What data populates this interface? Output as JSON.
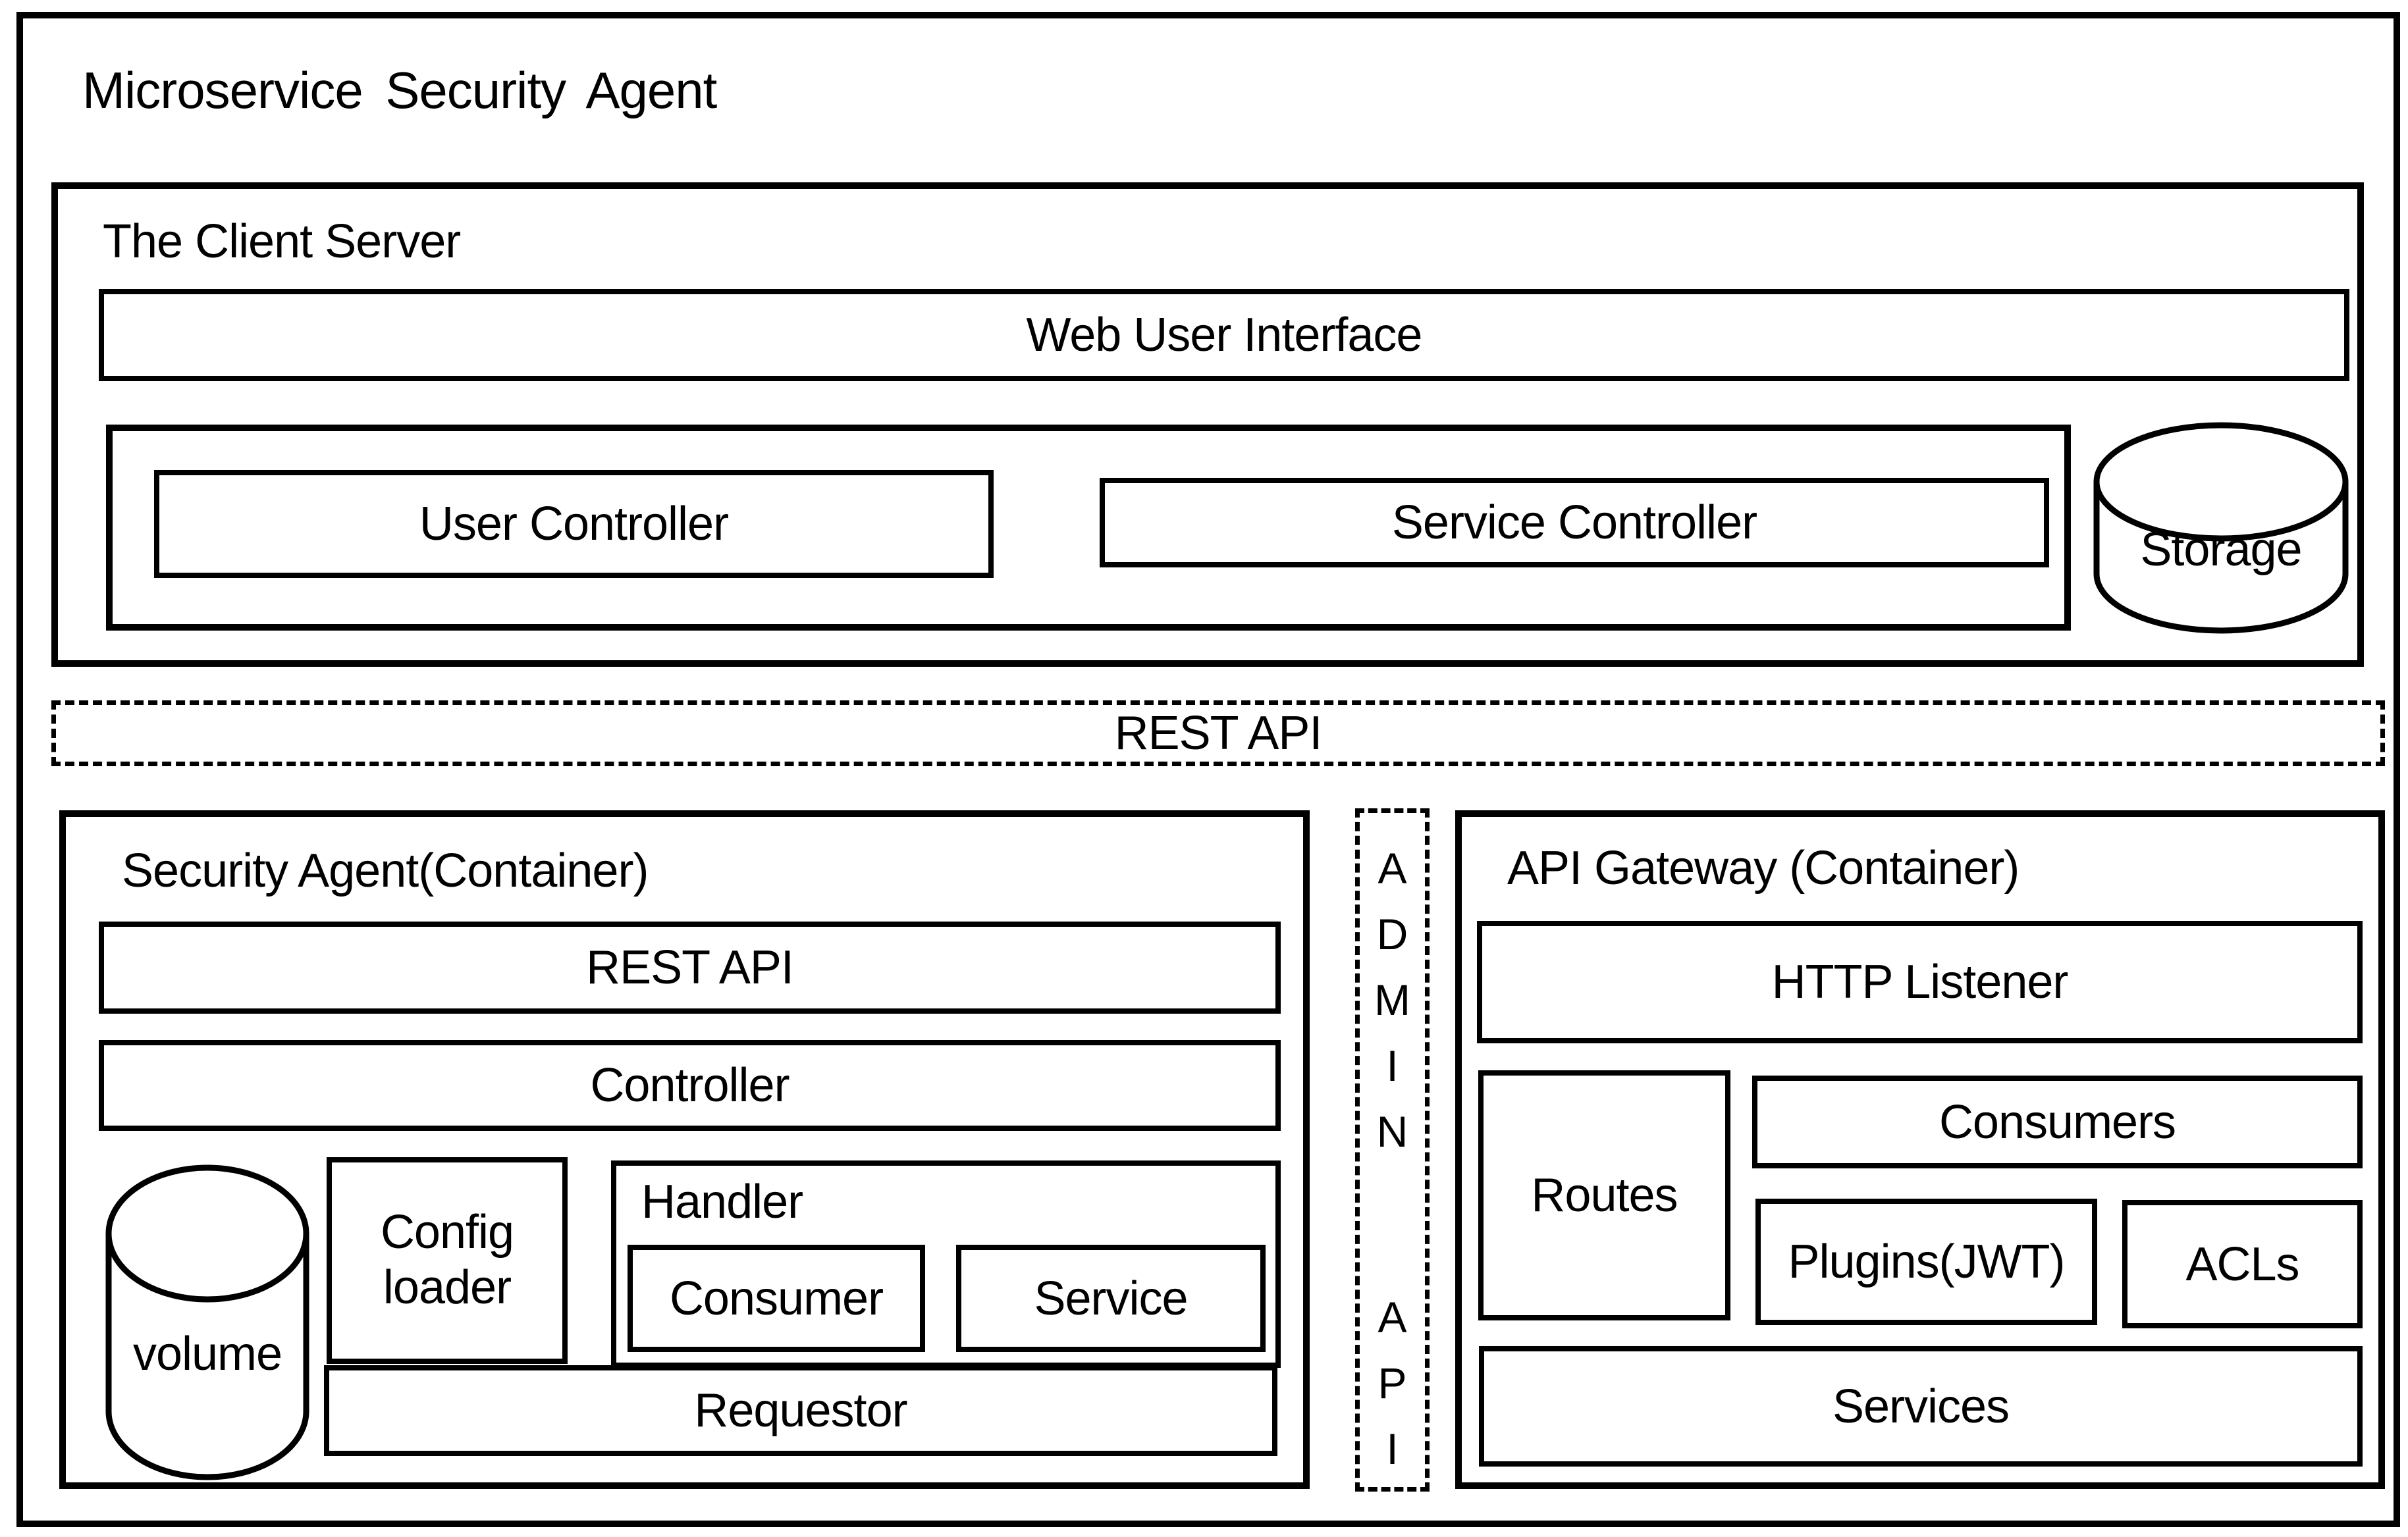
{
  "diagram": {
    "title": "Microservice Security Agent",
    "client_server": {
      "label": "The Client Server",
      "web_user_interface": "Web User Interface",
      "user_controller": "User Controller",
      "service_controller": "Service Controller",
      "storage": "Storage"
    },
    "rest_api_band": {
      "label": "REST API"
    },
    "security_agent": {
      "label": "Security Agent(Container)",
      "rest_api": "REST API",
      "controller": "Controller",
      "volume": "volume",
      "config_loader": "Config loader",
      "handler": "Handler",
      "consumer": "Consumer",
      "service": "Service",
      "requestor": "Requestor"
    },
    "admin_api": {
      "top": "A\nD\nM\nI\nN",
      "bottom": "A\nP\nI"
    },
    "api_gateway": {
      "label": "API Gateway (Container)",
      "http_listener": "HTTP Listener",
      "routes": "Routes",
      "consumers": "Consumers",
      "plugins_jwt": "Plugins(JWT)",
      "acls": "ACLs",
      "services": "Services"
    },
    "colors": {
      "line": "#000000",
      "background": "#ffffff"
    }
  }
}
